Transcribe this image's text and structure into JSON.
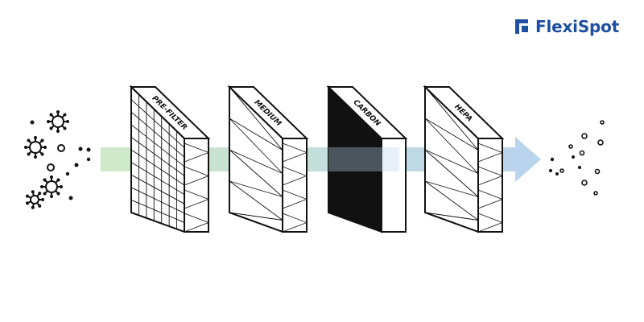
{
  "brand": {
    "name": "FlexiSpot",
    "color": "#1f4fa0"
  },
  "filters": [
    {
      "label": "PRE-FILTER",
      "face": "grid"
    },
    {
      "label": "MEDIUM",
      "face": "zigzag"
    },
    {
      "label": "CARBON",
      "face": "solid"
    },
    {
      "label": "HEPA",
      "face": "zigzag"
    }
  ],
  "airflow": {
    "start_color": "#cfe9c8",
    "end_color": "#b9d4ec",
    "direction": "left-to-right"
  },
  "icons": [
    "germ-icon",
    "particle-icon",
    "airflow-arrow-icon"
  ]
}
